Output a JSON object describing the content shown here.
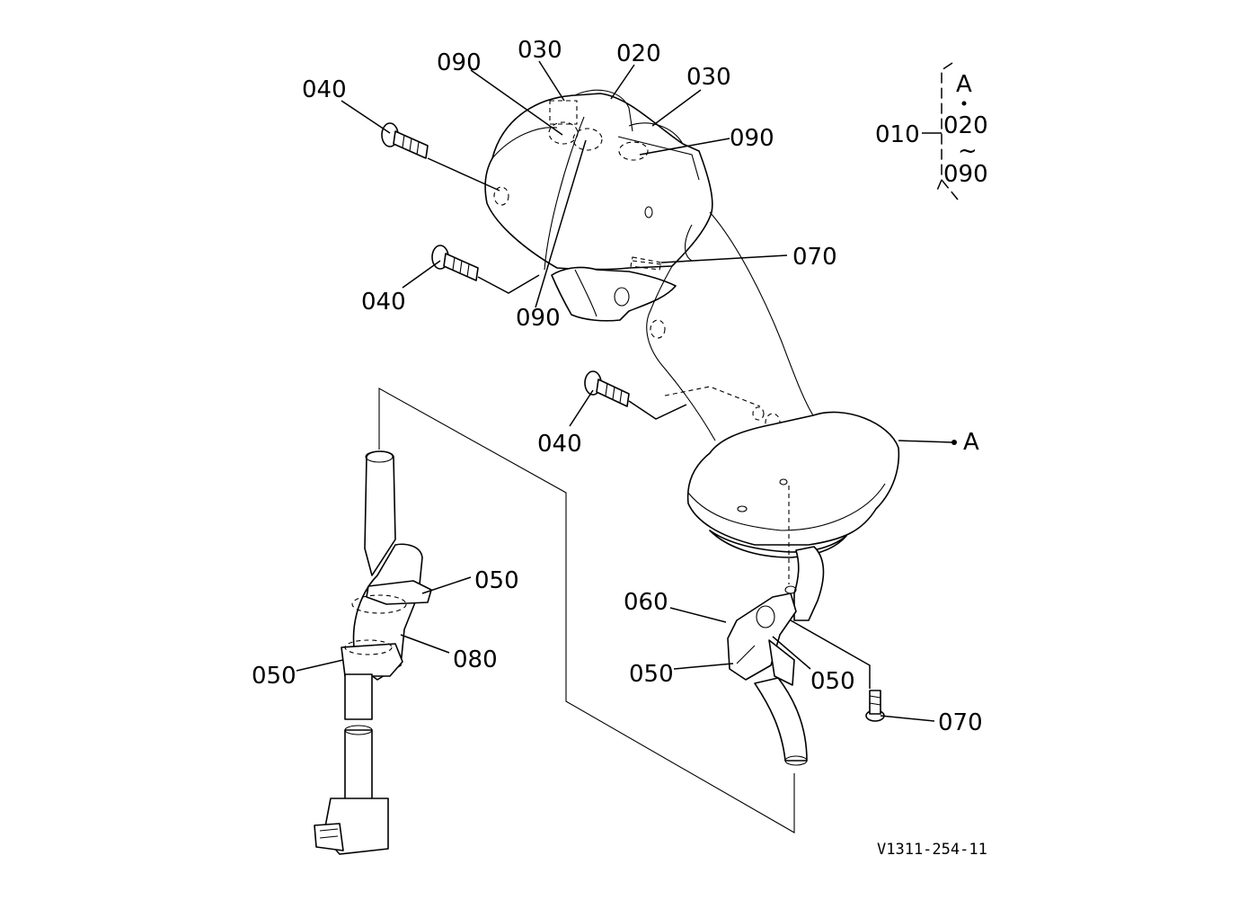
{
  "diagram": {
    "drawing_code": "V1311-254-11",
    "legend": {
      "assembly": "010",
      "ref": "A",
      "from": "020",
      "tilde": "~",
      "to": "090"
    },
    "callouts": [
      {
        "id": "c030a",
        "text": "030"
      },
      {
        "id": "c020",
        "text": "020"
      },
      {
        "id": "c030b",
        "text": "030"
      },
      {
        "id": "c090a",
        "text": "090"
      },
      {
        "id": "c090b",
        "text": "090"
      },
      {
        "id": "c090c",
        "text": "090"
      },
      {
        "id": "c040a",
        "text": "040"
      },
      {
        "id": "c040b",
        "text": "040"
      },
      {
        "id": "c040c",
        "text": "040"
      },
      {
        "id": "c070a",
        "text": "070"
      },
      {
        "id": "c070b",
        "text": "070"
      },
      {
        "id": "cA",
        "text": "A"
      },
      {
        "id": "c050a",
        "text": "050"
      },
      {
        "id": "c050b",
        "text": "050"
      },
      {
        "id": "c050c",
        "text": "050"
      },
      {
        "id": "c050d",
        "text": "050"
      },
      {
        "id": "c080",
        "text": "080"
      },
      {
        "id": "c060",
        "text": "060"
      }
    ]
  }
}
